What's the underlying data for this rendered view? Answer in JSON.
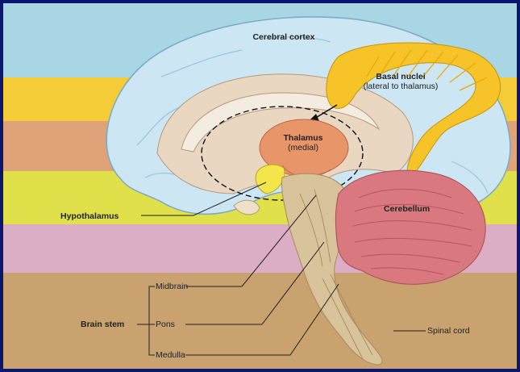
{
  "diagram": {
    "colors": {
      "frame": "#0b1670",
      "band_blue": "#a9d6e5",
      "band_yellow": "#f3cc37",
      "band_orange": "#e0a278",
      "band_green": "#dfe04a",
      "band_pink": "#dbaec6",
      "band_tan": "#c9a270",
      "cortex": "#cde6f3",
      "basal_nuclei": "#f6c429",
      "thalamus": "#e8956a",
      "cerebellum": "#d9787e",
      "brainstem": "#d9c39a",
      "hypothalamus": "#f4e64a"
    },
    "labels": {
      "cerebral_cortex": "Cerebral cortex",
      "basal_nuclei": "Basal nuclei",
      "basal_nuclei_note": "(lateral to thalamus)",
      "thalamus": "Thalamus",
      "thalamus_note": "(medial)",
      "hypothalamus": "Hypothalamus",
      "cerebellum": "Cerebellum",
      "brain_stem": "Brain stem",
      "midbrain": "Midbrain",
      "pons": "Pons",
      "medulla": "Medulla",
      "spinal_cord": "Spinal cord"
    }
  }
}
